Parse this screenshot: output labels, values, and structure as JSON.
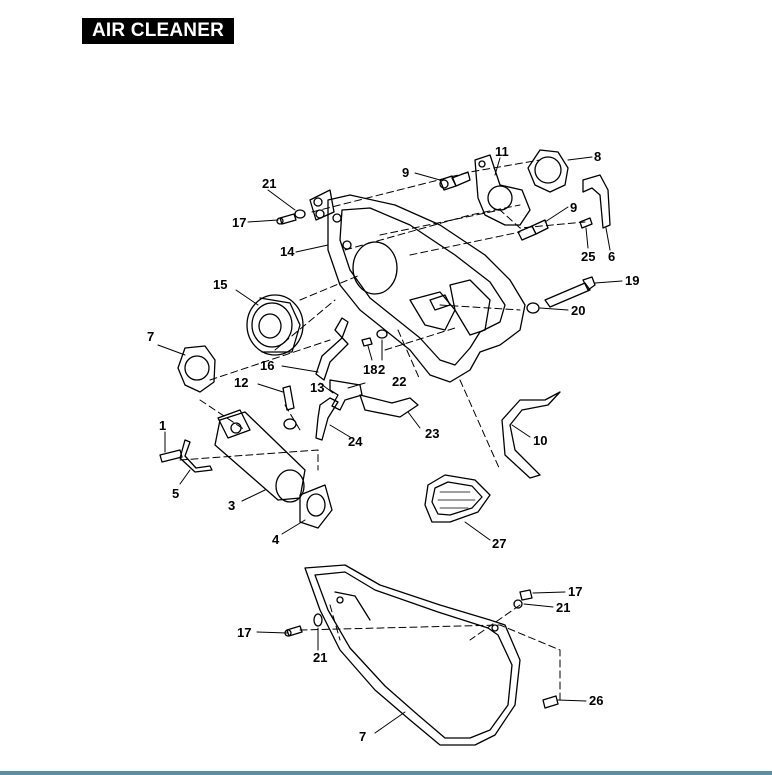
{
  "title": "AIR CLEANER",
  "colors": {
    "title_bg": "#000000",
    "title_text": "#ffffff",
    "bottom_bar": "#5a8fa8"
  },
  "callouts": [
    {
      "id": "c1",
      "text": "1"
    },
    {
      "id": "c2",
      "text": "2"
    },
    {
      "id": "c3",
      "text": "3"
    },
    {
      "id": "c4",
      "text": "4"
    },
    {
      "id": "c5",
      "text": "5"
    },
    {
      "id": "c6",
      "text": "6"
    },
    {
      "id": "c7a",
      "text": "7"
    },
    {
      "id": "c7b",
      "text": "7"
    },
    {
      "id": "c8",
      "text": "8"
    },
    {
      "id": "c9a",
      "text": "9"
    },
    {
      "id": "c9b",
      "text": "9"
    },
    {
      "id": "c10",
      "text": "10"
    },
    {
      "id": "c11",
      "text": "11"
    },
    {
      "id": "c12",
      "text": "12"
    },
    {
      "id": "c13",
      "text": "13"
    },
    {
      "id": "c14",
      "text": "14"
    },
    {
      "id": "c15",
      "text": "15"
    },
    {
      "id": "c16",
      "text": "16"
    },
    {
      "id": "c17a",
      "text": "17"
    },
    {
      "id": "c17b",
      "text": "17"
    },
    {
      "id": "c17c",
      "text": "17"
    },
    {
      "id": "c18",
      "text": "18"
    },
    {
      "id": "c19",
      "text": "19"
    },
    {
      "id": "c20",
      "text": "20"
    },
    {
      "id": "c21a",
      "text": "21"
    },
    {
      "id": "c21b",
      "text": "21"
    },
    {
      "id": "c21c",
      "text": "21"
    },
    {
      "id": "c22",
      "text": "22"
    },
    {
      "id": "c23",
      "text": "23"
    },
    {
      "id": "c24",
      "text": "24"
    },
    {
      "id": "c25",
      "text": "25"
    },
    {
      "id": "c26",
      "text": "26"
    },
    {
      "id": "c27",
      "text": "27"
    }
  ]
}
